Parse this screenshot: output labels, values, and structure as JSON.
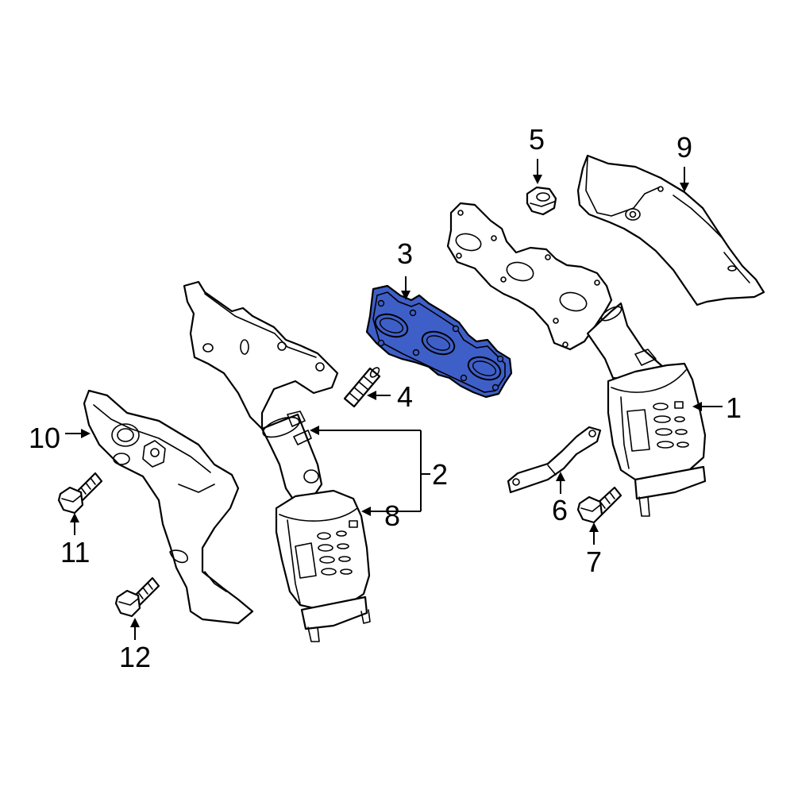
{
  "colors": {
    "highlight": "#3f5fc8",
    "line": "#000000",
    "background": "#ffffff"
  },
  "callouts": {
    "c1": "1",
    "c2": "2",
    "c3": "3",
    "c4": "4",
    "c5": "5",
    "c6": "6",
    "c7": "7",
    "c8": "8",
    "c9": "9",
    "c10": "10",
    "c11": "11",
    "c12": "12"
  },
  "highlighted_part": "3"
}
